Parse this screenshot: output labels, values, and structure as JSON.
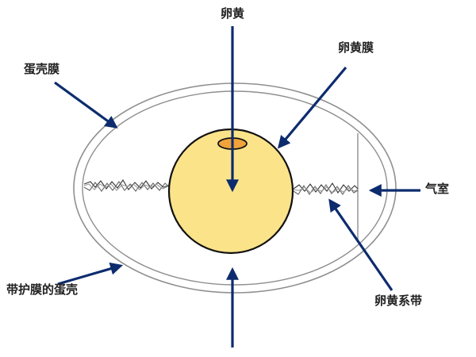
{
  "labels": {
    "yolk": "卵黄",
    "vitelline_membrane": "卵黄膜",
    "shell_membrane": "蛋壳膜",
    "air_cell": "气室",
    "shell_with_membrane": "带护膜的蛋壳",
    "chalaza": "卵黄系带"
  },
  "colors": {
    "arrow": "#0d2c6e",
    "yolk_fill": "#fbe38a",
    "blastodisc_fill": "#f0a33a",
    "outline": "#111111",
    "shell_stroke": "#8f8f8f"
  }
}
